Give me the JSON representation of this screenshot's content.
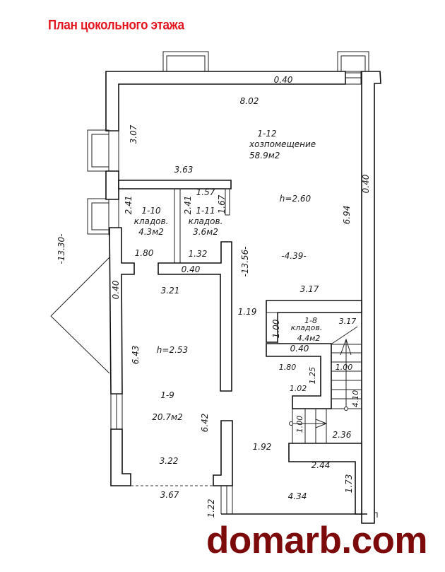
{
  "title": "План цокольного этажа",
  "watermark": "domarb.com",
  "colors": {
    "title": "#e3151e",
    "watermark": "#7d0a0a",
    "lines": "#111111"
  },
  "rooms": [
    {
      "id": "1-12",
      "name": "хозпомещение",
      "area": "58.9м2",
      "height": "h=2.60"
    },
    {
      "id": "1-10",
      "name": "кладов.",
      "area": "4.3м2"
    },
    {
      "id": "1-11",
      "name": "кладов.",
      "area": "3.6м2"
    },
    {
      "id": "1-9",
      "area": "20.7м2",
      "height": "h=2.53"
    },
    {
      "id": "1-8",
      "name": "кладов.",
      "area": "4.4м2"
    }
  ],
  "dimensions": {
    "top_wall": "0.40",
    "top_width": "8.02",
    "left_upper": "3.07",
    "partition_top": "3.63",
    "right_wall": "0.40",
    "right_height": "6.94",
    "overall_left": "-13.30-",
    "mid_vertical": "-13.56-",
    "mid_width": "-4.39-",
    "k10_height": "2.41",
    "k10_width": "1.80",
    "k11_height": "2.41",
    "k11_top": "1.57",
    "k11_side": "1.67",
    "k11_width": "1.32",
    "partition_mid": "0.40",
    "r9_width_top": "3.21",
    "left_wall": "0.40",
    "r9_height": "6.43",
    "corridor": "1.19",
    "r12_bottom": "3.17",
    "k8_height": "1.00",
    "k8_width": "3.17",
    "k8_wall": "0.40",
    "stair_a": "1.80",
    "stair_b": "1.25",
    "stair_c": "1.02",
    "stair_d": "1.00",
    "stair_e": "4.10",
    "stair_f": "1.00",
    "stair_g": "2.36",
    "r9_height2": "6.42",
    "hall": "1.92",
    "r9_width_bottom": "3.22",
    "hall_b": "2.44",
    "hall_c": "1.73",
    "opening": "3.67",
    "entry": "1.22",
    "bottom_width": "4.34"
  }
}
